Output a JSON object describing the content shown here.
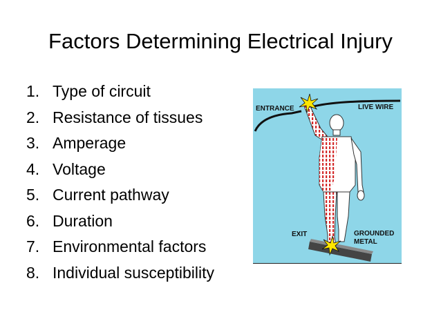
{
  "slide": {
    "title": "Factors Determining Electrical Injury",
    "items": [
      {
        "num": "1.",
        "text": "Type of circuit"
      },
      {
        "num": "2.",
        "text": "Resistance of tissues"
      },
      {
        "num": "3.",
        "text": "Amperage"
      },
      {
        "num": "4.",
        "text": "Voltage"
      },
      {
        "num": "5.",
        "text": "Current pathway"
      },
      {
        "num": "6.",
        "text": "Duration"
      },
      {
        "num": "7.",
        "text": "Environmental factors"
      },
      {
        "num": "8.",
        "text": "Individual susceptibility"
      }
    ]
  },
  "figure": {
    "labels": {
      "entrance": "ENTRANCE",
      "live_wire": "LIVE WIRE",
      "exit": "EXIT",
      "grounded_1": "GROUNDED",
      "grounded_2": "METAL"
    },
    "colors": {
      "background": "#8ed6e8",
      "current": "#d42a2a",
      "body_fill": "#ffffff",
      "spark": "#ffe600"
    }
  }
}
